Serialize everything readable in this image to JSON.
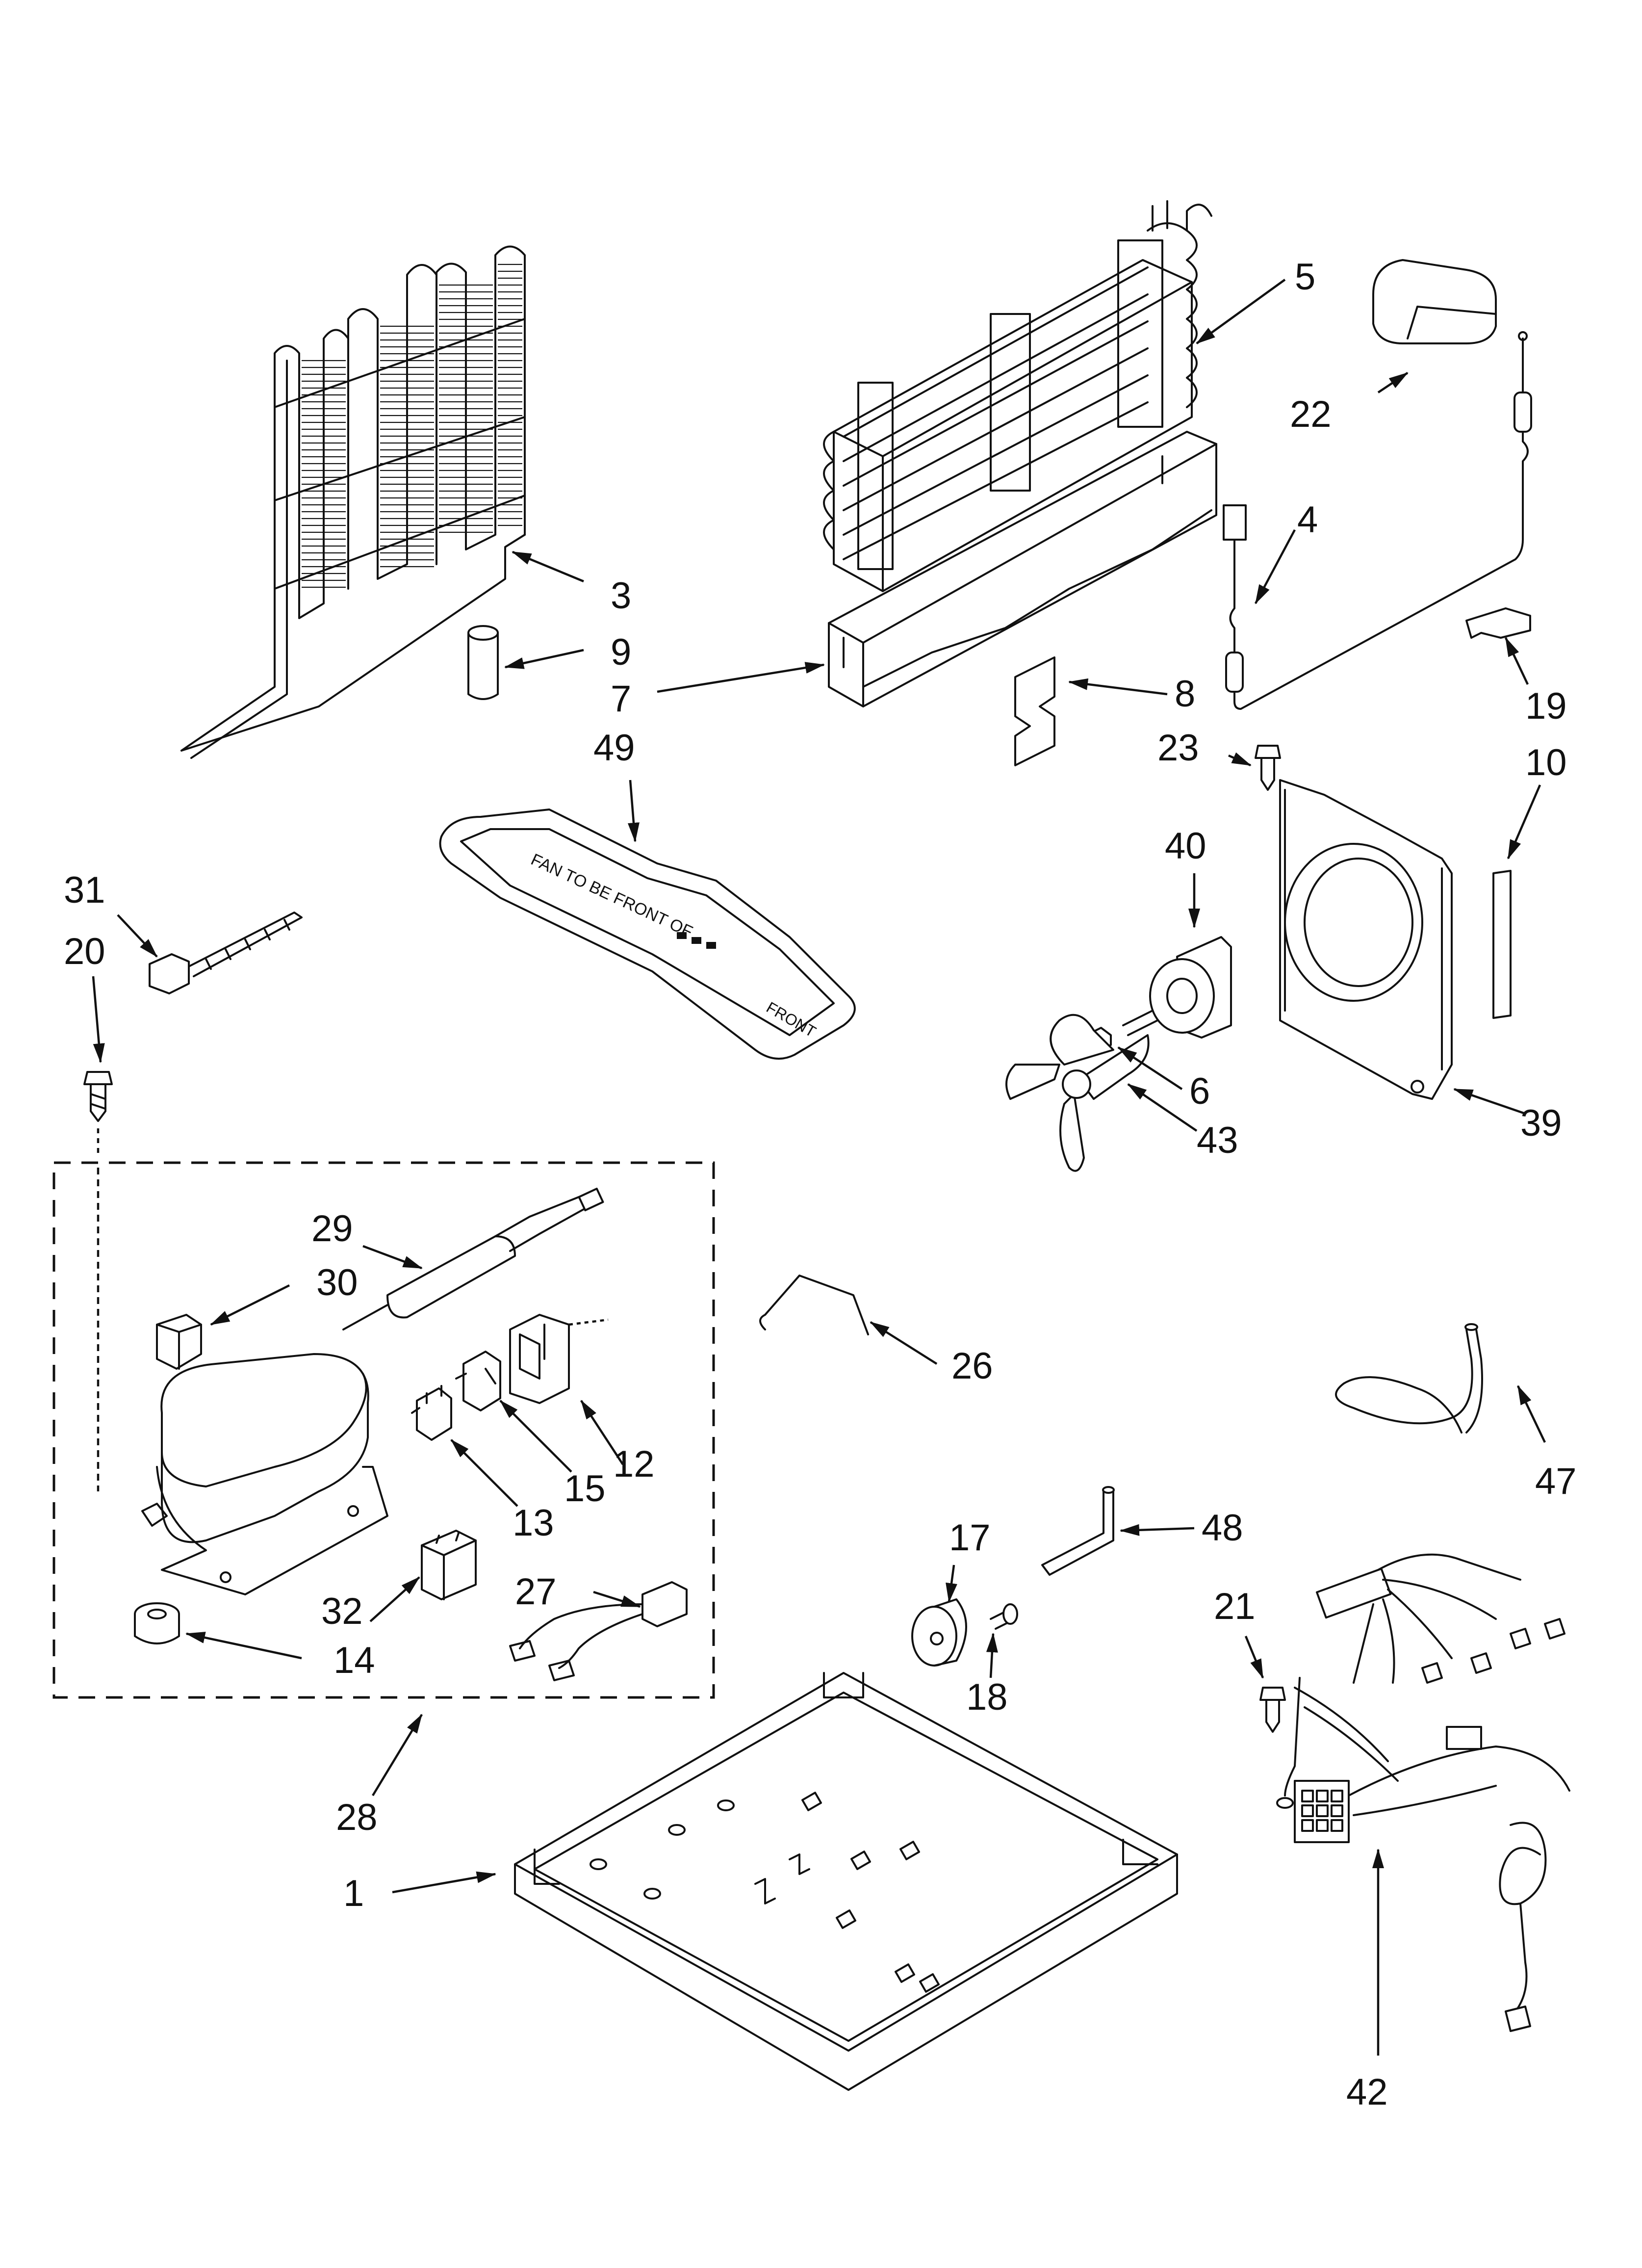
{
  "diagram": {
    "callouts": [
      "1",
      "3",
      "4",
      "5",
      "6",
      "7",
      "8",
      "9",
      "10",
      "12",
      "13",
      "14",
      "15",
      "17",
      "18",
      "19",
      "20",
      "21",
      "22",
      "23",
      "26",
      "27",
      "28",
      "29",
      "30",
      "31",
      "32",
      "39",
      "40",
      "42",
      "43",
      "47",
      "48",
      "49"
    ],
    "part_imprints": {
      "drain_pan_text": "FRONT",
      "drain_pan_arrow_text": "FAN TO BE FRONT OF"
    }
  }
}
